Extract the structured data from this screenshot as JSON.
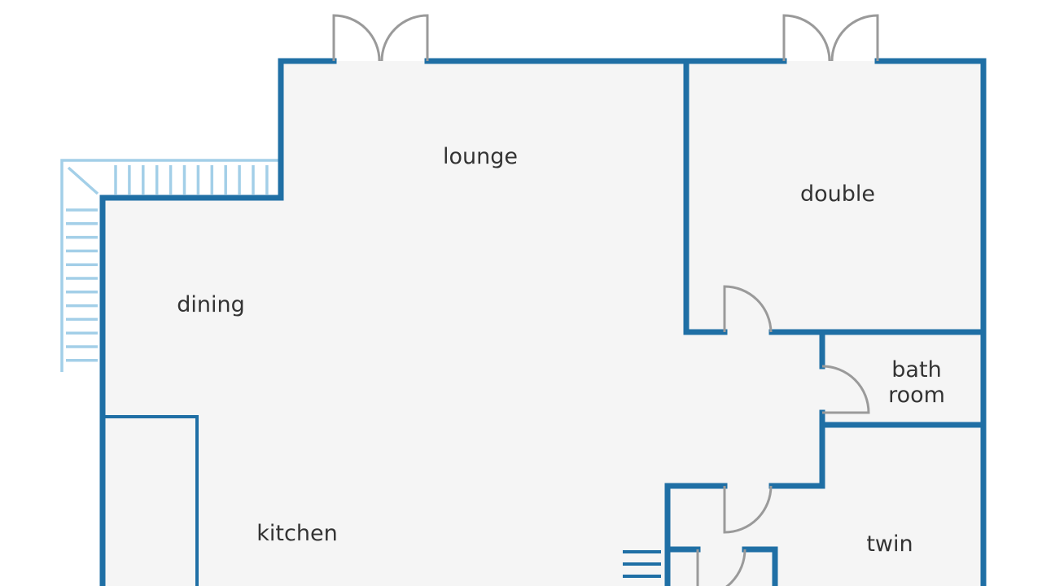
{
  "plan": {
    "colors": {
      "wall": "#1f6fa5",
      "floor": "#f5f5f5",
      "door": "#9a9a9a",
      "stairs": "#a3cfe8",
      "text": "#333333"
    },
    "rooms": {
      "lounge": "lounge",
      "double": "double",
      "dining": "dining",
      "kitchen": "kitchen",
      "bath_line1": "bath",
      "bath_line2": "room",
      "twin": "twin"
    }
  }
}
